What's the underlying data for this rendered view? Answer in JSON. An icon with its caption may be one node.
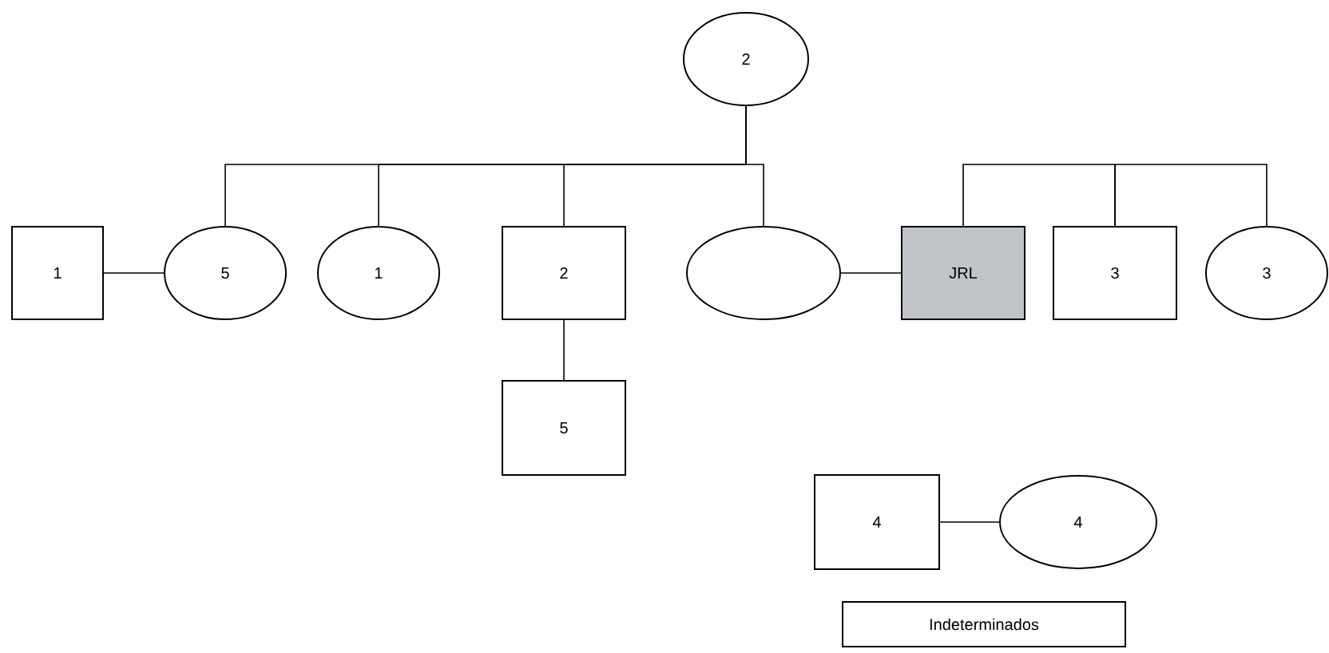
{
  "diagram": {
    "nodes": [
      {
        "text": [
          "2"
        ]
      },
      {
        "text": [
          "1"
        ]
      },
      {
        "text": [
          "5"
        ]
      },
      {
        "text": [
          "1"
        ]
      },
      {
        "text": [
          "2"
        ]
      },
      {
        "text": [],
        "shape": "circle"
      },
      {
        "text": [
          "JRL"
        ]
      },
      {
        "text": [
          "3"
        ]
      },
      {
        "text": [
          "3"
        ]
      },
      {
        "text": [
          "5"
        ]
      },
      {
        "text": [
          "4"
        ]
      },
      {
        "text": [
          "4"
        ]
      },
      {
        "text": [
          "Indeterminados"
        ]
      }
    ],
    "edges": [
      {
        "from": 0,
        "to": 2,
        "arrow": "none"
      },
      {
        "from": 0,
        "to": 3,
        "arrow": "none"
      },
      {
        "from": 0,
        "to": 4,
        "arrow": "none"
      },
      {
        "from": 0,
        "to": 5,
        "arrow": "none"
      },
      {
        "from": 1,
        "to": 2,
        "arrow": "none"
      },
      {
        "from": 5,
        "to": 6,
        "arrow": "none"
      },
      {
        "from": 6,
        "to": 7,
        "arrow": "none"
      },
      {
        "from": 7,
        "to": 8,
        "arrow": "none"
      },
      {
        "from": 4,
        "to": 9,
        "arrow": "none"
      },
      {
        "from": 10,
        "to": 11,
        "arrow": "none"
      }
    ]
  }
}
